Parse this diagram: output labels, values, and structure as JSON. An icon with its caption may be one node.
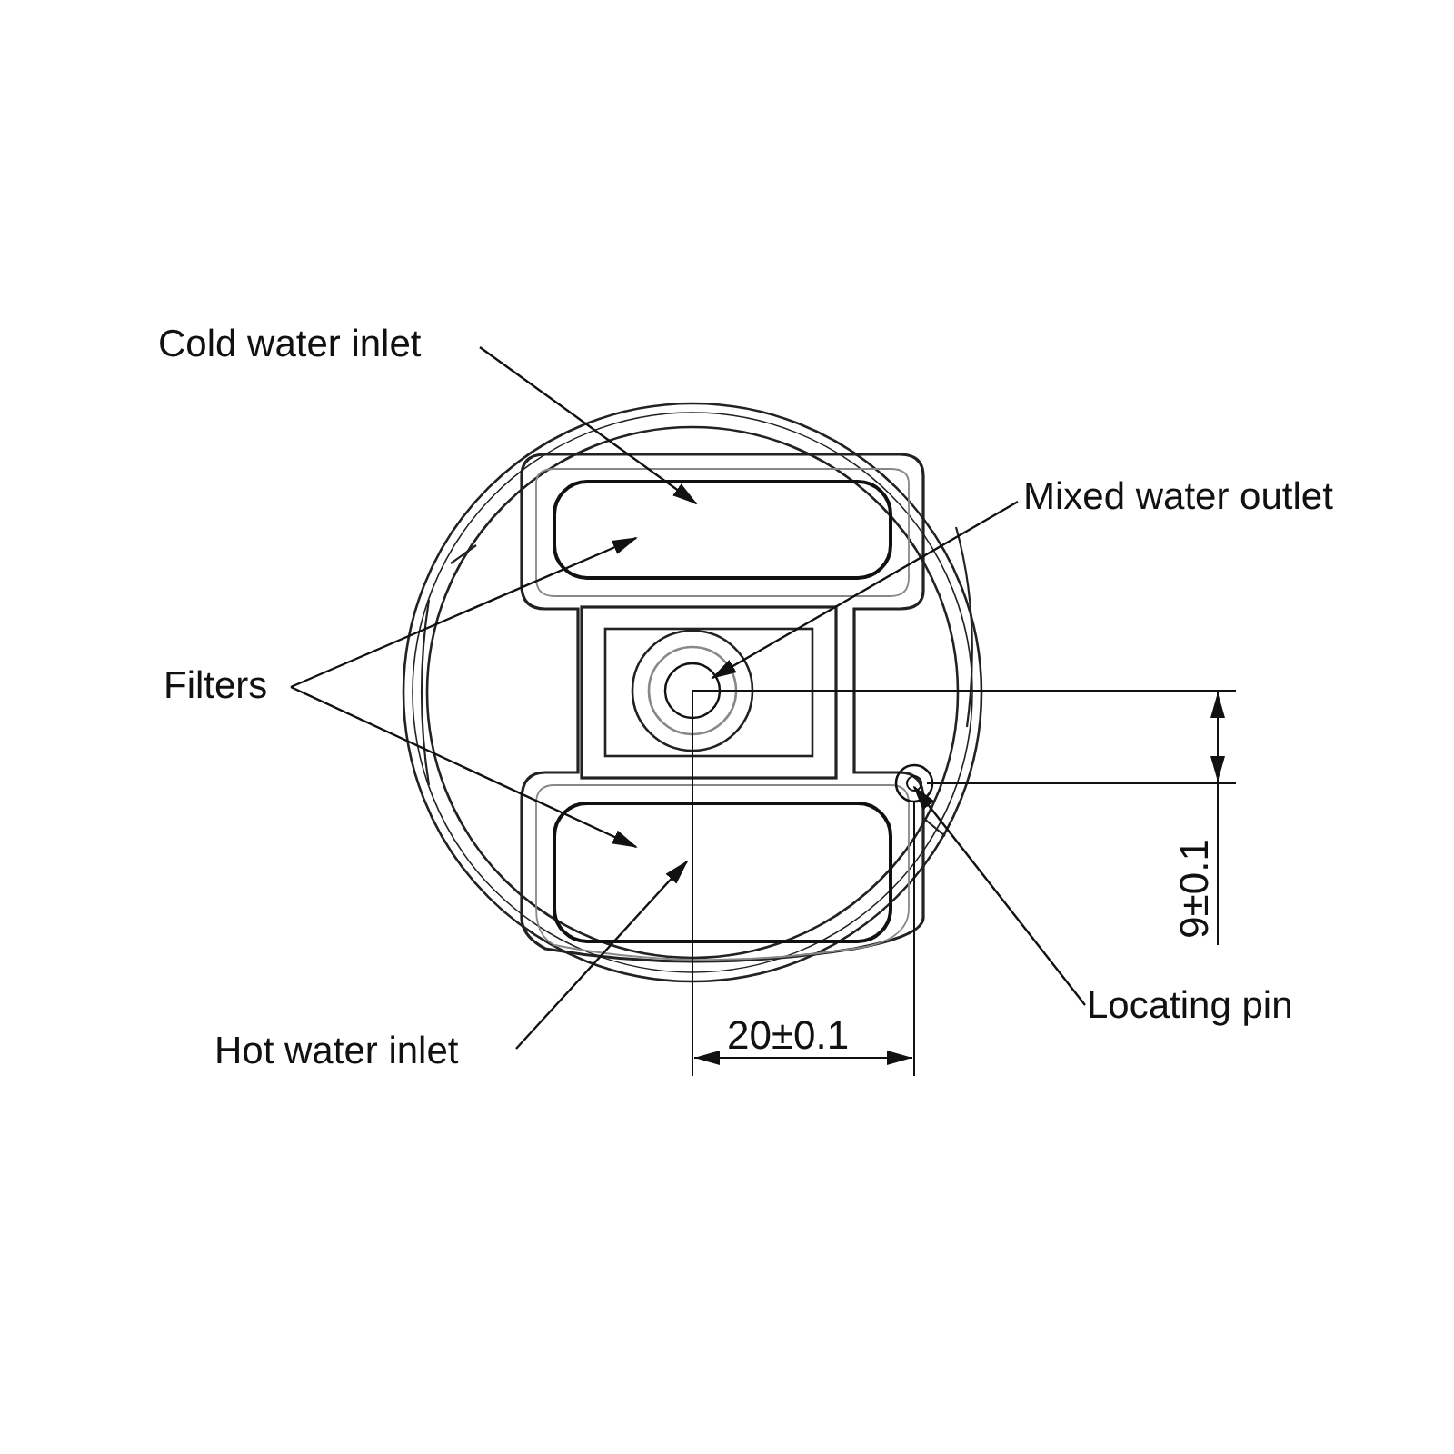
{
  "diagram": {
    "nodes": [
      {
        "text": [
          "Cold water inlet"
        ]
      },
      {
        "text": [
          "Mixed water outlet"
        ]
      },
      {
        "text": [
          "Filters"
        ]
      },
      {
        "text": [
          "Locating pin"
        ]
      },
      {
        "text": [
          "Hot water inlet"
        ]
      },
      {
        "text": [],
        "shape": "box"
      },
      {
        "text": [],
        "shape": "circle"
      },
      {
        "text": [],
        "shape": "box"
      },
      {
        "text": [],
        "shape": "circle"
      }
    ],
    "edges": [
      {
        "from": 0,
        "to": 5,
        "arrow": "to"
      },
      {
        "from": 1,
        "to": 6,
        "arrow": "to"
      },
      {
        "from": 2,
        "to": 5,
        "arrow": "to"
      },
      {
        "from": 2,
        "to": 7,
        "arrow": "to"
      },
      {
        "from": 3,
        "to": 8,
        "arrow": "to"
      },
      {
        "from": 4,
        "to": 7,
        "arrow": "to"
      }
    ],
    "labels": [
      "9±0.1",
      "20±0.1"
    ]
  }
}
